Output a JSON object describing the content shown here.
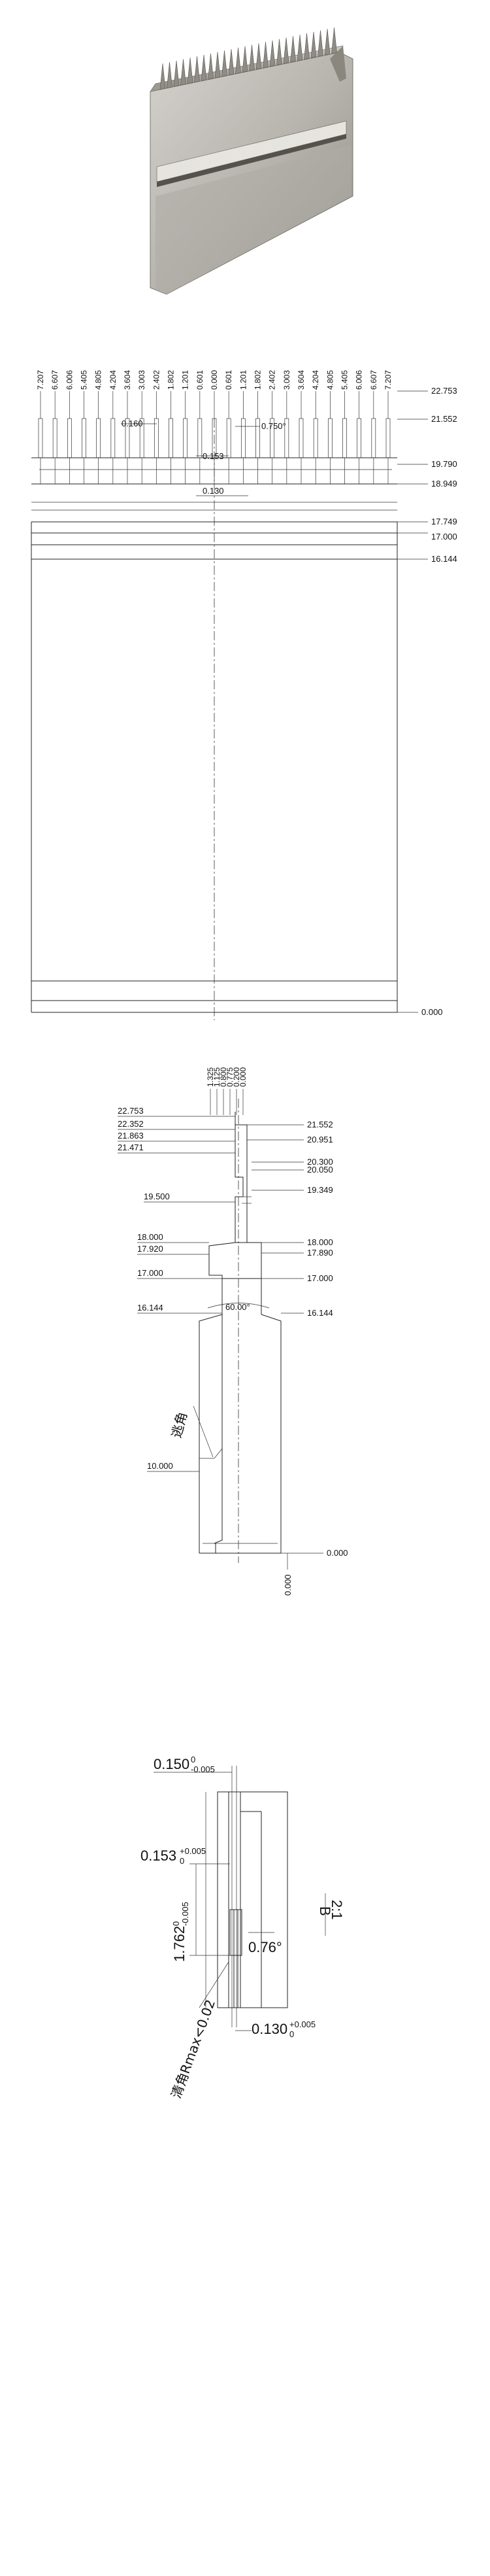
{
  "colors": {
    "line": "#222222",
    "metal_light": "#c9c7c2",
    "metal_mid": "#a6a39d",
    "metal_dark": "#6e6b66",
    "background": "#ffffff"
  },
  "top_view": {
    "left_labels": [
      "7.207",
      "6.607",
      "6.006",
      "5.405",
      "4.805",
      "4.204",
      "3.604",
      "3.003",
      "2.402",
      "1.802",
      "1.201",
      "0.601",
      "0.000"
    ],
    "right_labels": [
      "0.601",
      "1.201",
      "1.802",
      "2.402",
      "3.003",
      "3.604",
      "4.204",
      "4.805",
      "5.405",
      "6.006",
      "6.607",
      "7.207"
    ],
    "dim_0160": "0.160",
    "dim_0153": "0.153",
    "dim_angle": "0.750°",
    "dim_0130": "0.130",
    "right_dims": [
      "22.753",
      "21.552",
      "19.790",
      "18.949",
      "17.749",
      "17.000",
      "16.144"
    ],
    "bottom_dim": "0.000"
  },
  "side_view": {
    "top_labels": [
      "1.325",
      "1.125",
      "0.800",
      "0.775",
      "0.200",
      "0.000"
    ],
    "left_dims": [
      "22.753",
      "22.352",
      "21.863",
      "21.471",
      "19.500",
      "18.000",
      "17.920",
      "17.000",
      "16.144",
      "10.000"
    ],
    "right_dims": [
      "21.552",
      "20.951",
      "20.300",
      "20.050",
      "19.349",
      "18.000",
      "17.890",
      "17.000",
      "16.144",
      "0.000"
    ],
    "angle": "60.00°",
    "relief_note": "逃角",
    "bottom_dim": "0.000"
  },
  "detail_view": {
    "top_dim": "0.150",
    "top_tol_upper": "0",
    "top_tol_lower": "-0.005",
    "left_dim": "0.153",
    "left_tol_upper": "+0.005",
    "left_tol_lower": "0",
    "vert_dim": "1.762",
    "vert_tol_upper": "0",
    "vert_tol_lower": "-0.005",
    "angle": "0.76°",
    "bottom_dim": "0.130",
    "bottom_tol_upper": "+0.005",
    "bottom_tol_lower": "0",
    "view_letter": "B",
    "scale": "2:1",
    "note": "清角Rmax<0.02"
  }
}
